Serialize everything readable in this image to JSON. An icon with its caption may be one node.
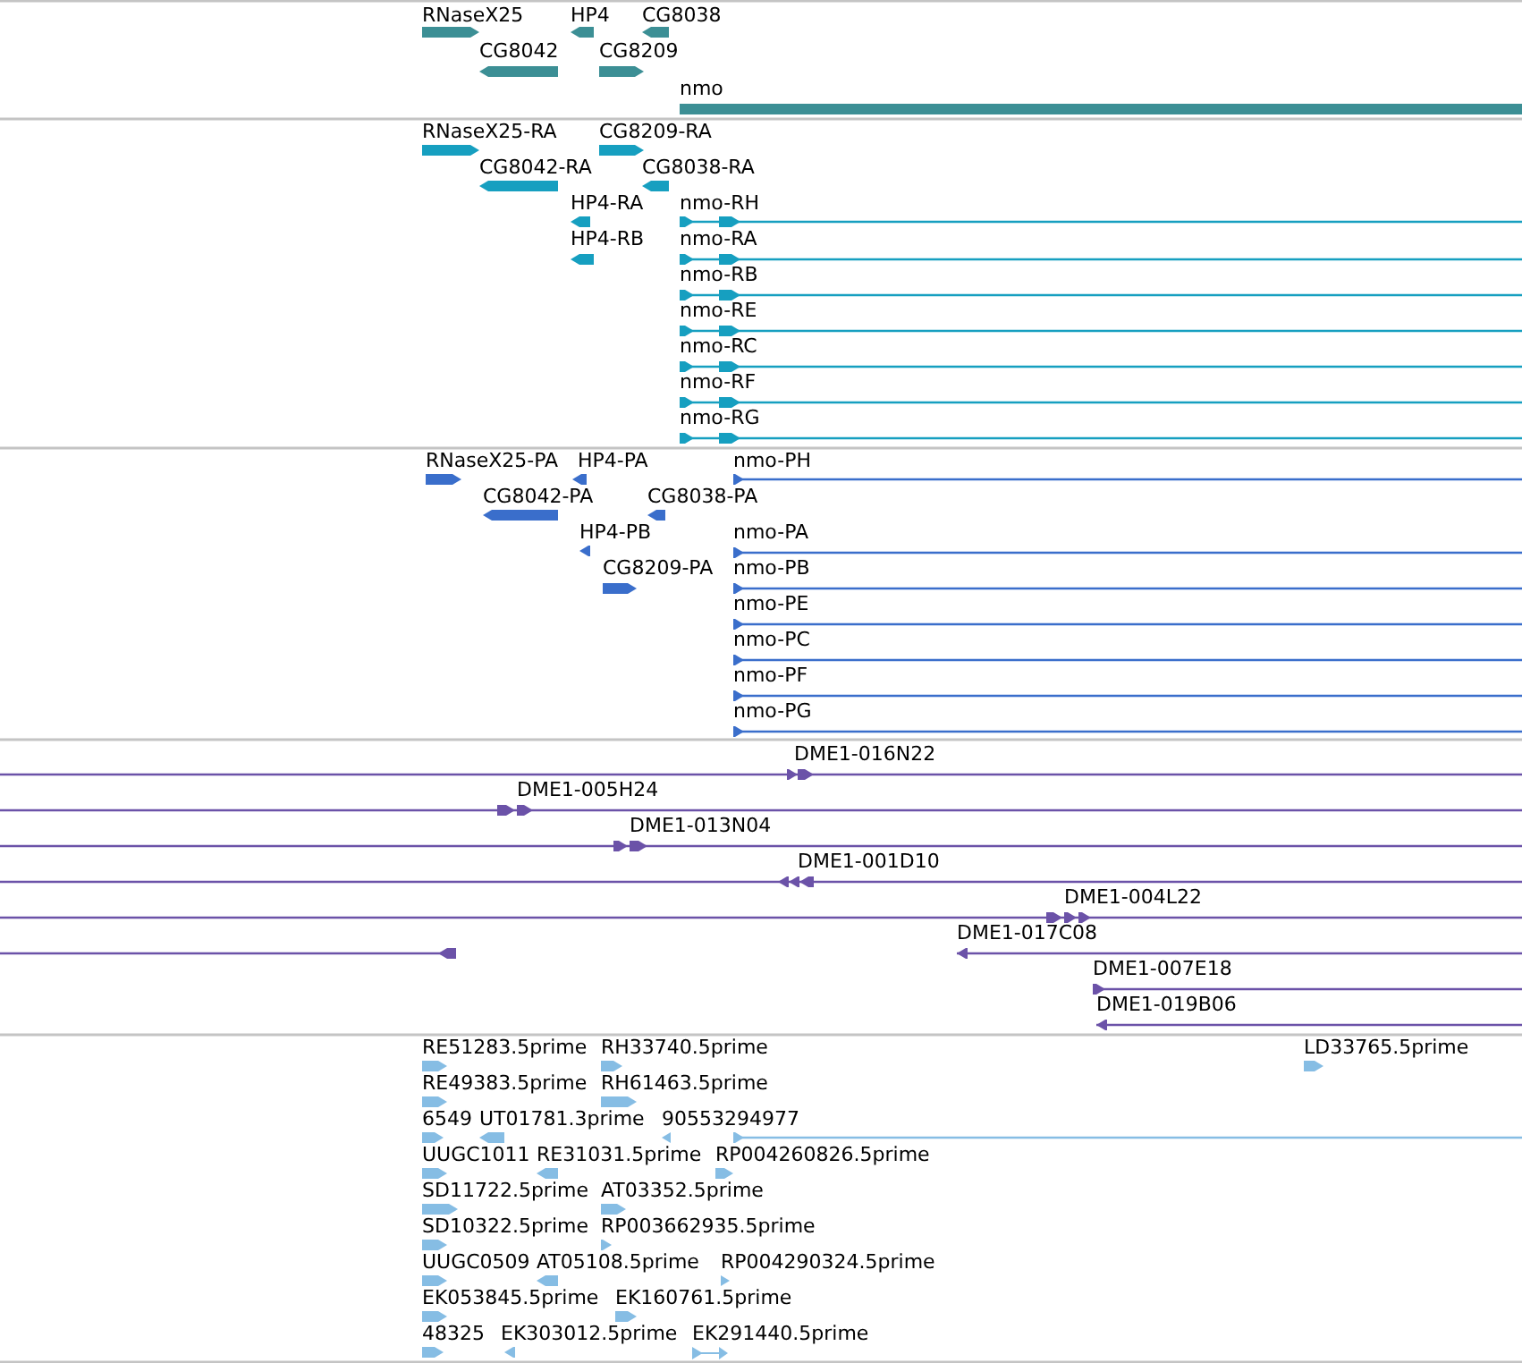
{
  "diagram": {
    "labels": [
      "RNaseX25",
      "HP4",
      "CG8038",
      "CG8042",
      "CG8209",
      "nmo",
      "RNaseX25-RA",
      "CG8209-RA",
      "CG8042-RA",
      "CG8038-RA",
      "HP4-RA",
      "nmo-RH",
      "HP4-RB",
      "nmo-RA",
      "nmo-RB",
      "nmo-RE",
      "nmo-RC",
      "nmo-RF",
      "nmo-RG",
      "RNaseX25-PA",
      "HP4-PA",
      "nmo-PH",
      "CG8042-PA",
      "CG8038-PA",
      "HP4-PB",
      "nmo-PA",
      "CG8209-PA",
      "nmo-PB",
      "nmo-PE",
      "nmo-PC",
      "nmo-PF",
      "nmo-PG",
      "DME1-016N22",
      "DME1-005H24",
      "DME1-013N04",
      "DME1-001D10",
      "DME1-004L22",
      "DME1-017C08",
      "DME1-007E18",
      "DME1-019B06",
      "RE51283.5prime",
      "RH33740.5prime",
      "LD33765.5prime",
      "RE49383.5prime",
      "RH61463.5prime",
      "6549",
      "UT01781.3prime",
      "90553294977",
      "UUGC1011",
      "RE31031.5prime",
      "RP004260826.5prime",
      "SD11722.5prime",
      "AT03352.5prime",
      "SD10322.5prime",
      "RP003662935.5prime",
      "UUGC0509",
      "AT05108.5prime",
      "RP004290324.5prime",
      "EK053845.5prime",
      "EK160761.5prime",
      "48325",
      "EK303012.5prime",
      "EK291440.5prime"
    ]
  }
}
